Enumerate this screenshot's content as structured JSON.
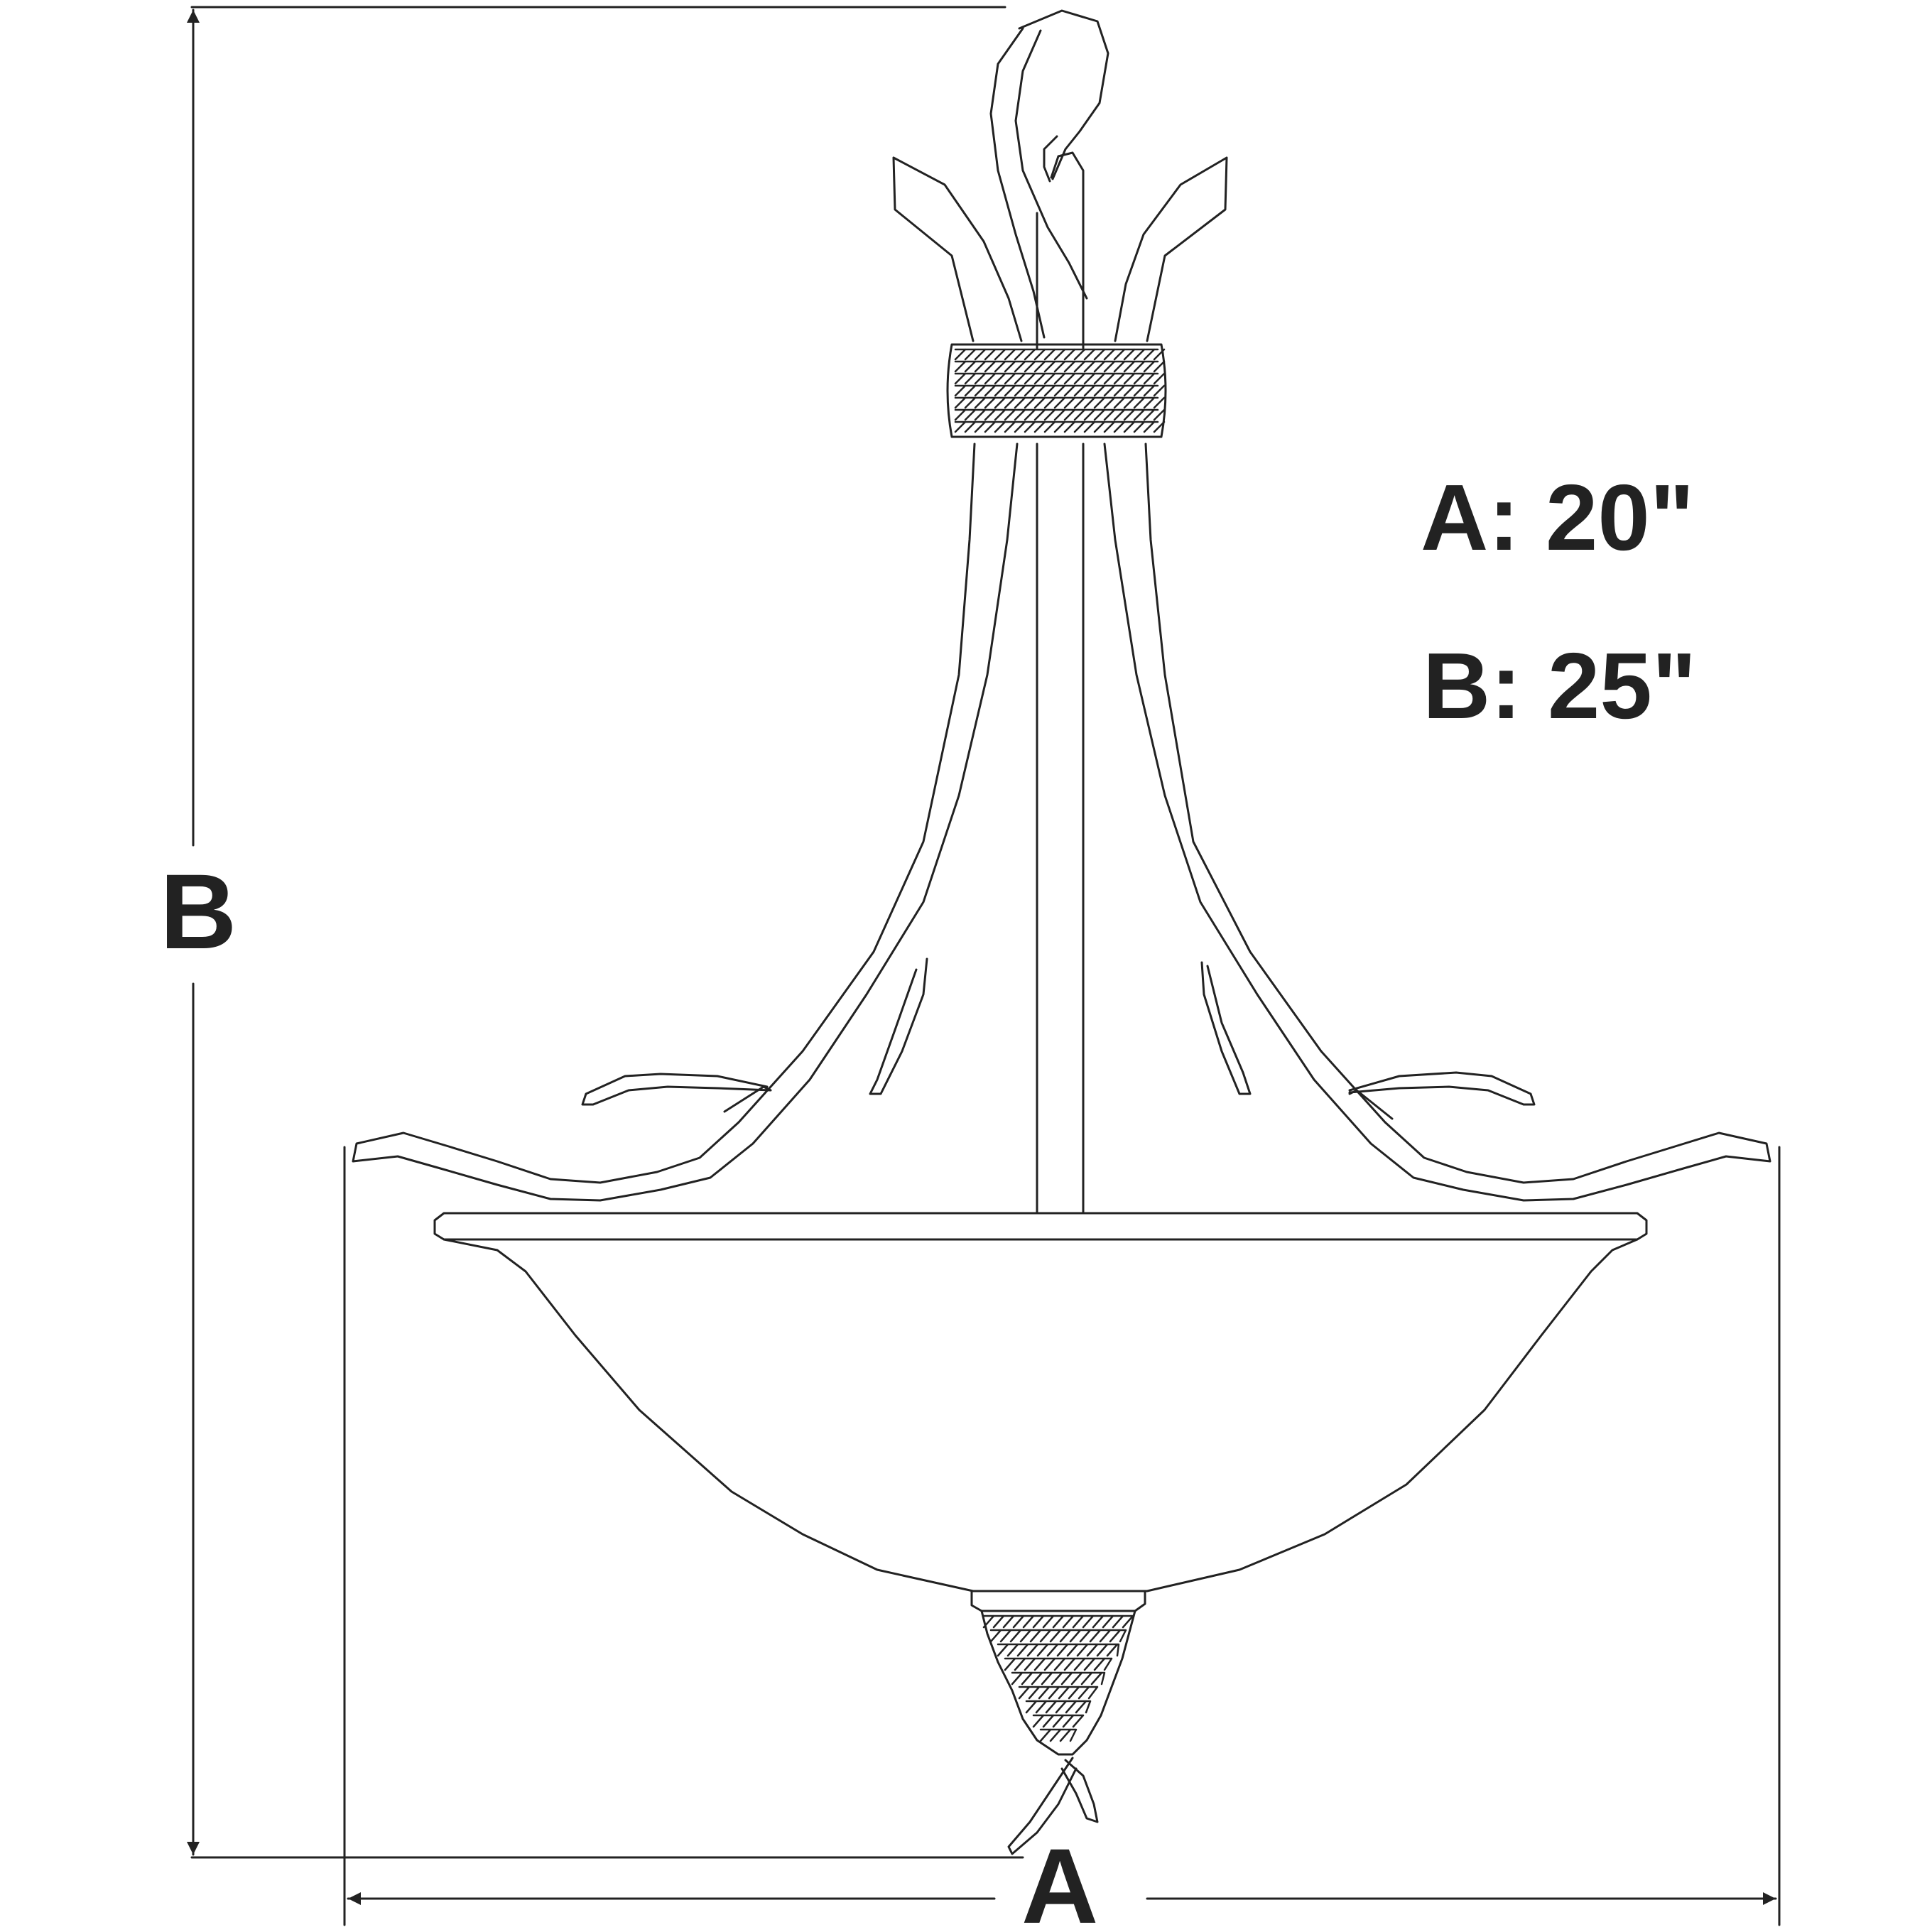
{
  "dimensions": {
    "a_letter": "A",
    "b_letter": "B",
    "spec_a": "A: 20\"",
    "spec_b": "B: 25\""
  },
  "colors": {
    "line": "#222222",
    "background": "#ffffff"
  }
}
